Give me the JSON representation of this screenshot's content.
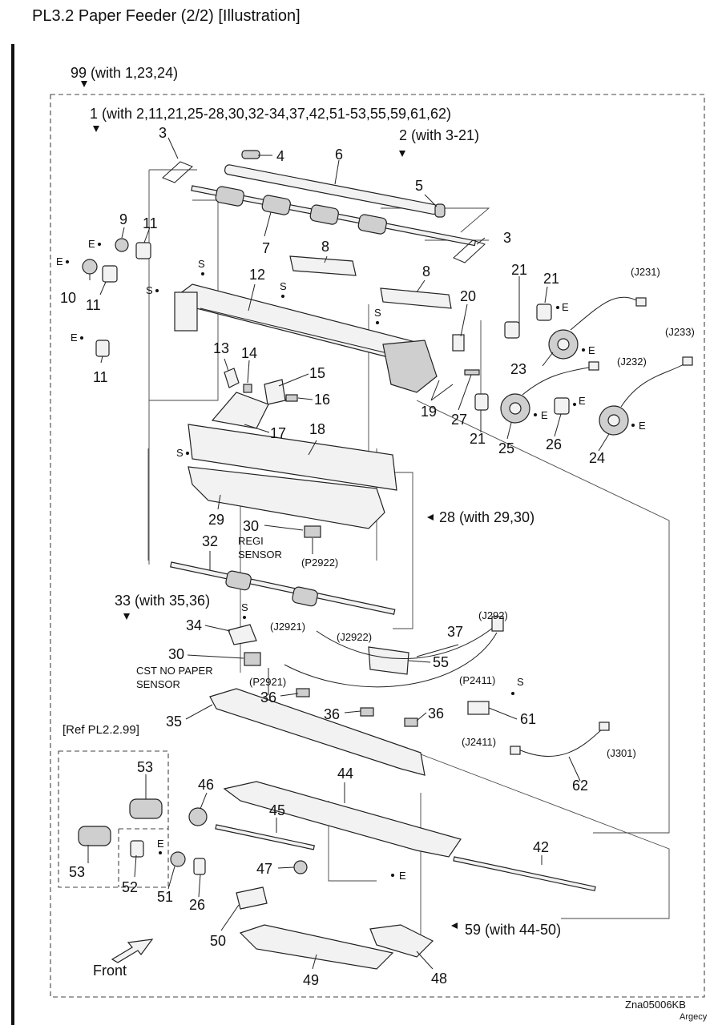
{
  "title": "PL3.2 Paper Feeder (2/2)  [Illustration]",
  "drawing_code": "Zna05006KB",
  "brand": "Argecy",
  "groups": {
    "g99": "99 (with 1,23,24)",
    "g1": "1 (with 2,11,21,25-28,30,32-34,37,42,51-53,55,59,61,62)",
    "g2": "2 (with 3-21)",
    "g28": "28 (with 29,30)",
    "g33": "33 (with 35,36)",
    "g59": "59 (with 44-50)",
    "ref": "[Ref PL2.2.99]"
  },
  "texts": {
    "regi_sensor_1": "REGI",
    "regi_sensor_2": "SENSOR",
    "cst_sensor_1": "CST NO PAPER",
    "cst_sensor_2": "SENSOR",
    "front": "Front"
  },
  "connectors": {
    "J231": "(J231)",
    "J233": "(J233)",
    "J232": "(J232)",
    "P2922": "(P2922)",
    "J2921": "(J2921)",
    "J2922": "(J2922)",
    "J292": "(J292)",
    "P2921": "(P2921)",
    "P2411": "(P2411)",
    "J2411": "(J2411)",
    "J301": "(J301)"
  },
  "marks": {
    "E": "E",
    "S": "S"
  },
  "part_numbers": {
    "n3a": "3",
    "n4": "4",
    "n6": "6",
    "n5": "5",
    "n3b": "3",
    "n7": "7",
    "n9": "9",
    "n11a": "11",
    "n10": "10",
    "n11b": "11",
    "n11c": "11",
    "n12": "12",
    "n8a": "8",
    "n8b": "8",
    "n21a": "21",
    "n21b": "21",
    "n20": "20",
    "n13": "13",
    "n14": "14",
    "n15": "15",
    "n16": "16",
    "n17": "17",
    "n18": "18",
    "n19": "19",
    "n27": "27",
    "n21c": "21",
    "n23": "23",
    "n25": "25",
    "n26a": "26",
    "n24": "24",
    "n29": "29",
    "n30a": "30",
    "n32": "32",
    "n34": "34",
    "n30b": "30",
    "n37": "37",
    "n55": "55",
    "n36a": "36",
    "n36b": "36",
    "n36c": "36",
    "n35": "35",
    "n61": "61",
    "n62": "62",
    "n53a": "53",
    "n46": "46",
    "n44": "44",
    "n45": "45",
    "n53b": "53",
    "n52": "52",
    "n51": "51",
    "n26b": "26",
    "n47": "47",
    "n42": "42",
    "n50": "50",
    "n49": "49",
    "n48": "48"
  }
}
